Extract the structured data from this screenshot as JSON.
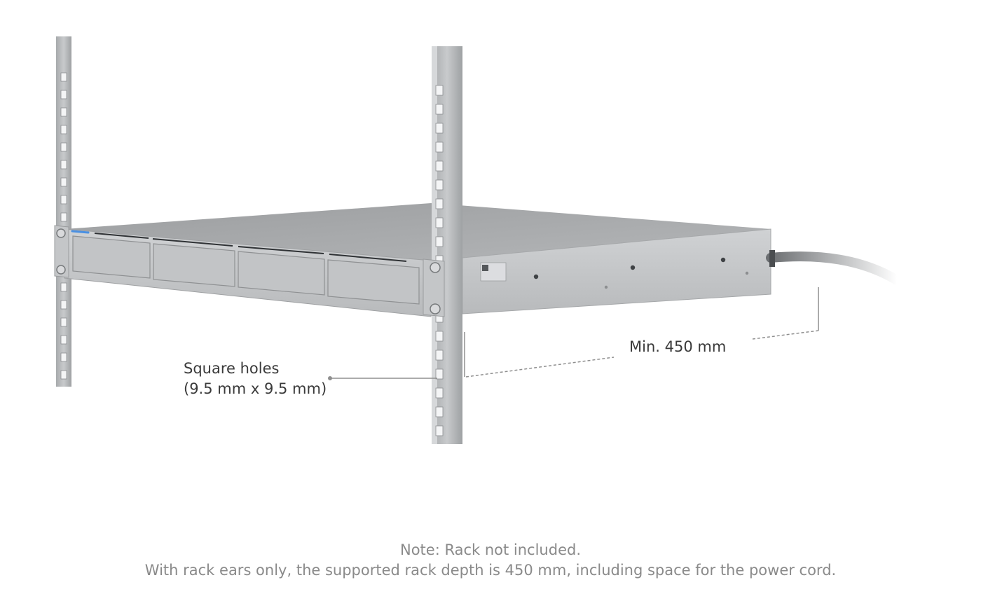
{
  "callouts": {
    "holes_line1": "Square holes",
    "holes_line2": "(9.5 mm x 9.5 mm)",
    "depth": "Min. 450 mm"
  },
  "note": {
    "line1": "Note: Rack not included.",
    "line2": "With rack ears only, the supported rack depth is 450 mm, including space for the power cord."
  },
  "colors": {
    "rail": "#b9bcbe",
    "device_top": "#a9abad",
    "device_front": "#c9cbcd",
    "led": "#4a90e2",
    "callout_line": "#8f8f8f",
    "note_text": "#8a8a8a"
  }
}
